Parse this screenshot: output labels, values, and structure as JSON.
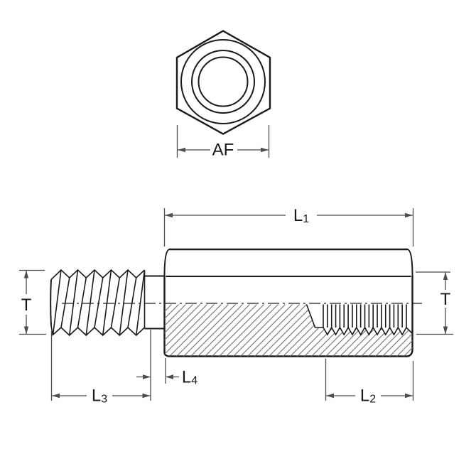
{
  "drawing": {
    "labels": {
      "af": "AF",
      "l1": {
        "base": "L",
        "sub": "1"
      },
      "l2": {
        "base": "L",
        "sub": "2"
      },
      "l3": {
        "base": "L",
        "sub": "3"
      },
      "l4": {
        "base": "L",
        "sub": "4"
      },
      "t_left": "T",
      "t_right": "T"
    },
    "colors": {
      "outline": "#1a1a1a",
      "dimension": "#4d4d4d",
      "hatch": "#6e6e6e",
      "background": "#ffffff"
    }
  }
}
